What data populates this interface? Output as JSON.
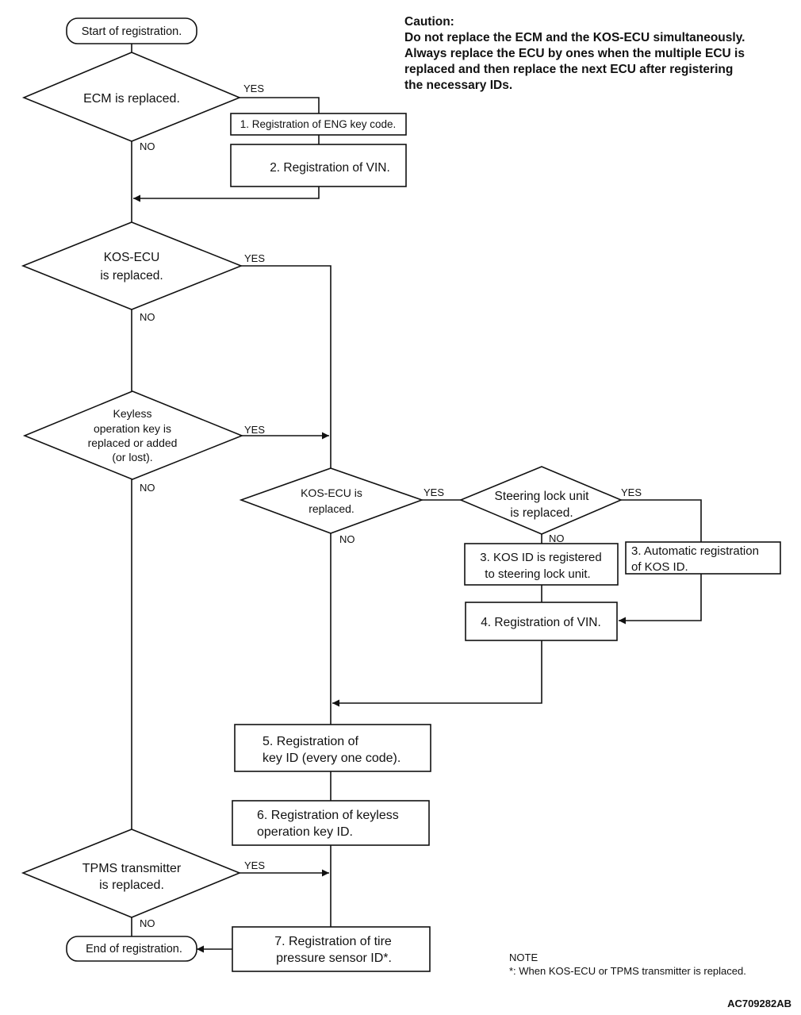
{
  "caution": {
    "title": "Caution:",
    "lines": [
      "Do not replace the ECM and the KOS-ECU simultaneously.",
      "Always replace the ECU by ones when the multiple ECU is",
      "replaced and then replace the next ECU after registering",
      "the necessary IDs."
    ]
  },
  "nodes": {
    "start": "Start of registration.",
    "ecm_replaced": "ECM is replaced.",
    "reg_eng_key": "1. Registration of ENG key code.",
    "reg_vin_1": "2. Registration of VIN.",
    "kos_ecu_replaced_1": [
      "KOS-ECU",
      "is replaced."
    ],
    "keyless_key": [
      "Keyless",
      "operation key is",
      "replaced or added",
      "(or lost)."
    ],
    "kos_ecu_replaced_2": [
      "KOS-ECU is",
      "replaced."
    ],
    "steering_lock": [
      "Steering lock unit",
      "is replaced."
    ],
    "kos_id_registered": [
      "3. KOS ID is registered",
      "to steering lock unit."
    ],
    "auto_reg_kos_id": [
      "3. Automatic registration",
      "of KOS ID."
    ],
    "reg_vin_4": "4. Registration of VIN.",
    "reg_key_id": [
      "5. Registration of",
      "key ID (every one code)."
    ],
    "reg_keyless_id": [
      "6. Registration of keyless",
      "operation key ID."
    ],
    "tpms": [
      "TPMS transmitter",
      "is replaced."
    ],
    "reg_tire": [
      "7. Registration of tire",
      "pressure sensor ID*."
    ],
    "end": "End of registration."
  },
  "labels": {
    "yes": "YES",
    "no": "NO"
  },
  "note": {
    "title": "NOTE",
    "text": "*: When KOS-ECU or TPMS transmitter is replaced."
  },
  "figure_id": "AC709282AB"
}
